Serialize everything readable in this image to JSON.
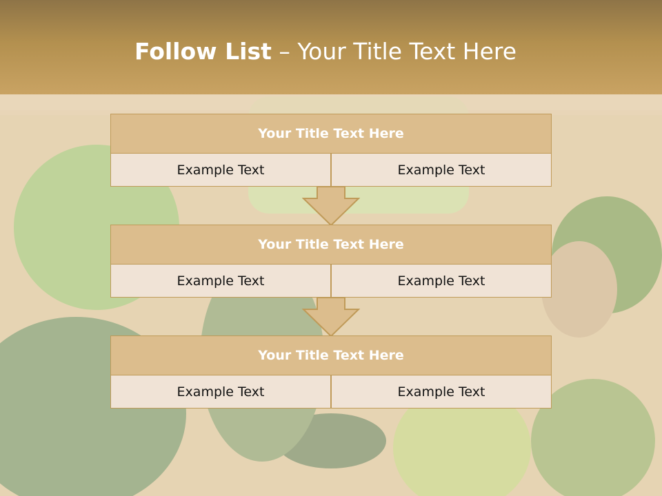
{
  "slide": {
    "title_bold": "Follow List",
    "title_rest": " – Your Title Text Here"
  },
  "steps": [
    {
      "title": "Your Title Text Here",
      "left": "Example Text",
      "right": "Example Text"
    },
    {
      "title": "Your Title Text Here",
      "left": "Example Text",
      "right": "Example Text"
    },
    {
      "title": "Your Title Text Here",
      "left": "Example Text",
      "right": "Example Text"
    }
  ],
  "colors": {
    "header": "#b3904f",
    "card_header": "#dcbd8d",
    "card_cell": "#f0e3d6",
    "border": "#bf9a58",
    "arrow": "#dcbd8d"
  },
  "icons": [
    "down-arrow-icon"
  ]
}
